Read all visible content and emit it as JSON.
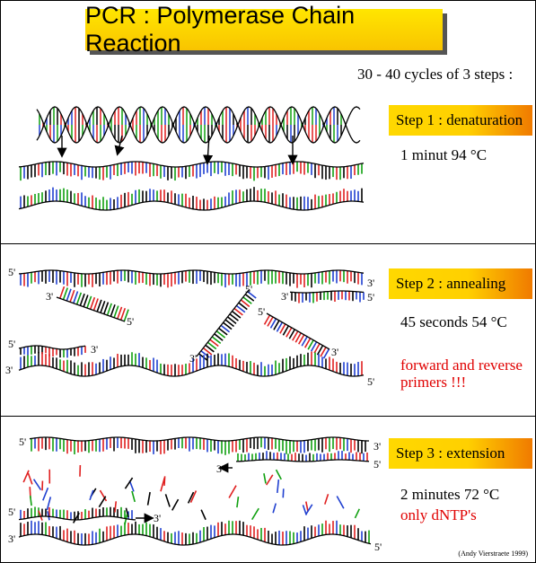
{
  "title": "PCR : Polymerase Chain Reaction",
  "subtitle": "30 - 40 cycles of 3 steps :",
  "steps": [
    {
      "label": "Step 1 : denaturation",
      "condition": "1 minut 94 °C",
      "note": ""
    },
    {
      "label": "Step 2 : annealing",
      "condition": "45 seconds 54 °C",
      "note": "forward and reverse primers !!!"
    },
    {
      "label": "Step 3 : extension",
      "condition": "2 minutes 72 °C",
      "note": "only dNTP's"
    }
  ],
  "strand_labels": {
    "five_prime": "5'",
    "three_prime": "3'"
  },
  "credit": "(Andy Vierstraete 1999)",
  "colors": {
    "title_bg": "#ffe600",
    "step_bg_start": "#ffd800",
    "step_bg_end": "#f07a00",
    "note": "#e00000",
    "base_red": "#e02020",
    "base_green": "#10a010",
    "base_blue": "#2040d0",
    "base_black": "#000000"
  }
}
